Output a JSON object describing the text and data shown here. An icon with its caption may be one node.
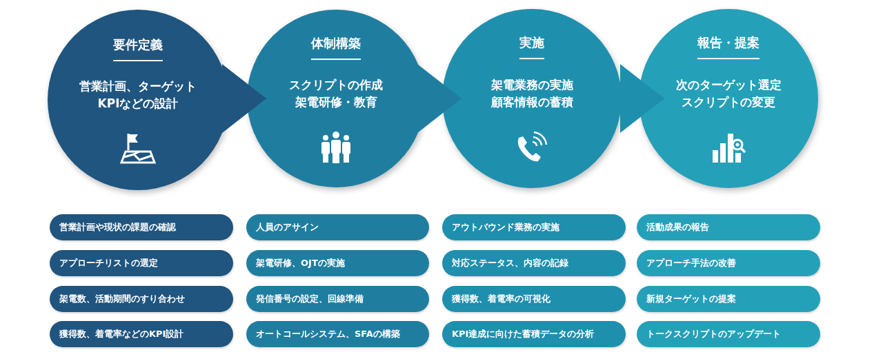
{
  "diagram": {
    "nodes": [
      {
        "text": [
          "要件定義",
          "営業計画、ターゲットKPIなどの設計"
        ]
      },
      {
        "text": [
          "体制構築",
          "スクリプトの作成架電研修・教育"
        ]
      },
      {
        "text": [
          "実施",
          "架電業務の実施顧客情報の蓄積"
        ]
      },
      {
        "text": [
          "報告・提案",
          "次のターゲット選定スクリプトの変更"
        ]
      },
      {
        "text": [
          "営業計画や現状の課題の確認"
        ]
      },
      {
        "text": [
          "アプローチリストの選定"
        ]
      },
      {
        "text": [
          "架電数、活動期間のすり合わせ"
        ]
      },
      {
        "text": [
          "獲得数、着電率などのKPI設計"
        ]
      },
      {
        "text": [
          "人員のアサイン"
        ]
      },
      {
        "text": [
          "架電研修、OJTの実施"
        ]
      },
      {
        "text": [
          "発信番号の設定、回線準備"
        ]
      },
      {
        "text": [
          "オートコールシステム、SFAの構築"
        ]
      },
      {
        "text": [
          "アウトバウンド業務の実施"
        ]
      },
      {
        "text": [
          "対応ステータス、内容の記録"
        ]
      },
      {
        "text": [
          "獲得数、着電率の可視化"
        ]
      },
      {
        "text": [
          "KPI達成に向けた蓄積データの分析"
        ]
      },
      {
        "text": [
          "活動成果の報告"
        ]
      },
      {
        "text": [
          "アプローチ手法の改善"
        ]
      },
      {
        "text": [
          "新規ターゲットの提案"
        ]
      },
      {
        "text": [
          "トークスクリプトのアップデート"
        ]
      }
    ],
    "edges": [
      {
        "from": 0,
        "to": 1,
        "arrow": "to"
      },
      {
        "from": 1,
        "to": 2,
        "arrow": "to"
      },
      {
        "from": 2,
        "to": 3,
        "arrow": "to"
      }
    ]
  }
}
